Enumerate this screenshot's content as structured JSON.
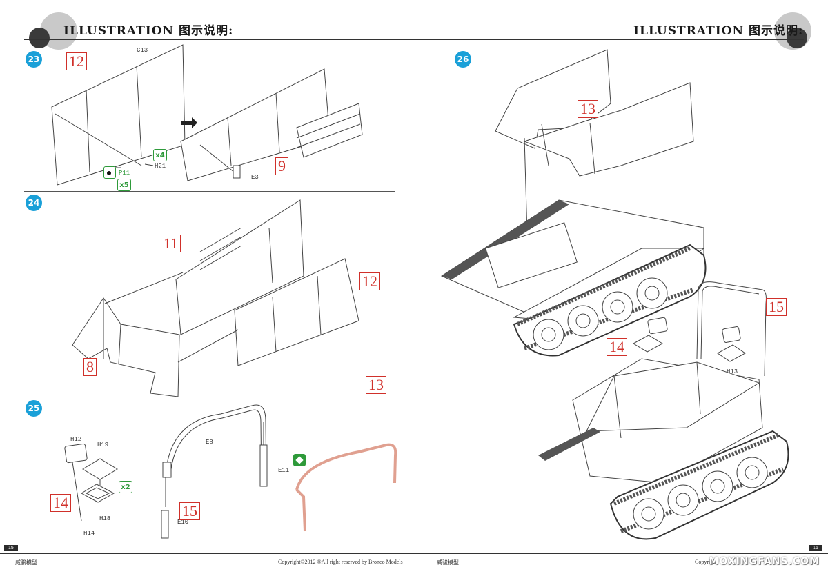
{
  "header": {
    "title": "ILLUSTRATION 图示说明:"
  },
  "steps": [
    {
      "number": "23"
    },
    {
      "number": "24"
    },
    {
      "number": "25"
    },
    {
      "number": "26"
    }
  ],
  "step23": {
    "callouts": [
      "12",
      "9"
    ],
    "parts": [
      "C13",
      "H21",
      "E3",
      "P11"
    ],
    "quantities": [
      "x4",
      "x5"
    ]
  },
  "step24": {
    "callouts": [
      "11",
      "12",
      "8",
      "13"
    ]
  },
  "step25": {
    "callouts": [
      "14",
      "15"
    ],
    "parts": [
      "H12",
      "H19",
      "H18",
      "H14",
      "E8",
      "E11",
      "E10"
    ],
    "quantities": [
      "x2"
    ]
  },
  "step26": {
    "callouts": [
      "13",
      "15",
      "14"
    ],
    "parts": [
      "H13"
    ]
  },
  "footer": {
    "left_page_number": "15",
    "right_page_number": "16",
    "brand_cn": "威骏模型",
    "copyright": "Copyright©2012  ®All right reserved by Bronco Models",
    "copyright_short": "Copyright"
  },
  "watermark": "MOXINGFANS.COM",
  "colors": {
    "step_badge": "#1aa0d8",
    "callout_red": "#d0302a",
    "quantity_green": "#2e9a3a"
  }
}
